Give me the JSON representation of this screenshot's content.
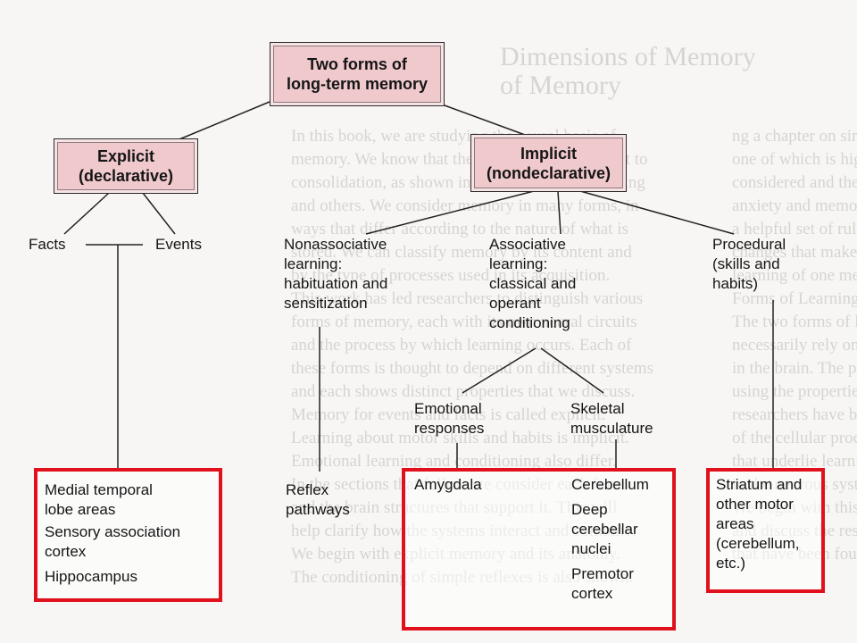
{
  "background_text": {
    "heading": [
      "Dimensions of Memory",
      "of Memory"
    ],
    "left_col": [
      "In this book, we are studying the neural basis of",
      "memory. We know that the neocortex is important to",
      "consolidation, as shown in studies of motor learning",
      "and others. We consider memory in many forms, in",
      "ways that differ according to the nature of what is",
      "stored. We can classify memory by its content and",
      "by the type of processes used in its acquisition.",
      "This work has led researchers to distinguish various",
      "forms of memory, each with its own neural circuits",
      "and the process by which learning occurs. Each of",
      "these forms is thought to depend on different systems",
      "and each shows distinct properties that we discuss.",
      "Memory for events and facts is called explicit.",
      "Learning about motor skills and habits is implicit.",
      "Emotional learning and conditioning also differ.",
      "In the sections that follow we consider each form",
      "and the brain structures that support it. This will",
      "help clarify how the systems interact and combine.",
      "We begin with explicit memory and its anatomy.",
      "The conditioning of simple reflexes is also shown."
    ],
    "right_col": [
      "ng a chapter on simple",
      "one of which is highly",
      "considered and the",
      "anxiety and memory",
      "a helpful set of rules",
      "changes that make for",
      "learning of one memory",
      "",
      "Forms of Learning",
      "",
      "The two forms of learning",
      "necessarily rely on which",
      "in the brain. The process",
      "using the properties of",
      "researchers have begun",
      "of the cellular processes",
      "that underlie learning",
      "in the nervous system",
      "We begin with this",
      "and discuss the results",
      "that have been found"
    ]
  },
  "diagram": {
    "root": [
      "Two forms of",
      "long-term memory"
    ],
    "explicit": [
      "Explicit",
      "(declarative)"
    ],
    "implicit": [
      "Implicit",
      "(nondeclarative)"
    ],
    "facts": "Facts",
    "events": "Events",
    "nonassociative": [
      "Nonassociative",
      "learning:",
      "habituation and",
      "sensitization"
    ],
    "associative": [
      "Associative",
      "learning:",
      "classical and",
      "operant",
      "conditioning"
    ],
    "procedural": [
      "Procedural",
      "(skills and",
      "habits)"
    ],
    "emotional": [
      "Emotional",
      "responses"
    ],
    "skeletal": [
      "Skeletal",
      "musculature"
    ],
    "explicit_areas": [
      "Medial temporal",
      "lobe areas",
      "Sensory association",
      "cortex",
      "Hippocampus"
    ],
    "reflex": [
      "Reflex",
      "pathways"
    ],
    "amygdala": "Amygdala",
    "cerebellum": "Cerebellum",
    "deep_nuclei": [
      "Deep",
      "cerebellar",
      "nuclei"
    ],
    "premotor": [
      "Premotor",
      "cortex"
    ],
    "striatum": [
      "Striatum and",
      "other motor",
      "areas",
      "(cerebellum,",
      "etc.)"
    ]
  },
  "colors": {
    "box_fill": "#f0c9cd",
    "highlight": "#e0111c",
    "line": "#222222"
  }
}
